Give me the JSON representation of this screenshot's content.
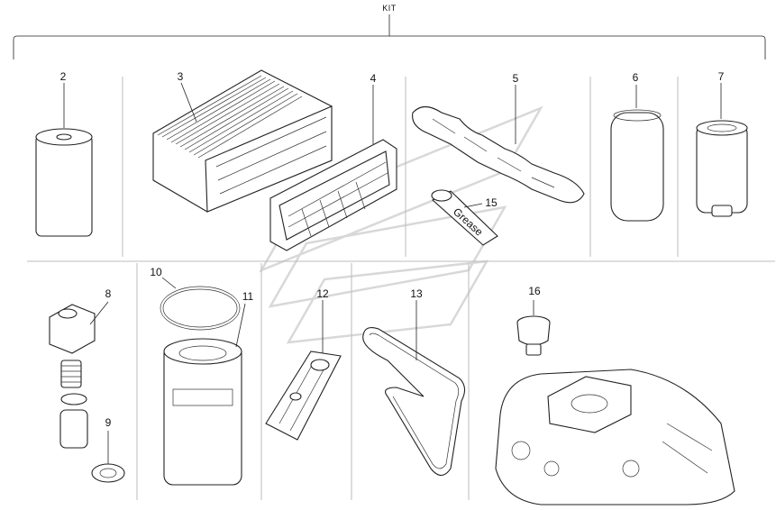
{
  "kit_label": "KIT",
  "callouts": {
    "p2": "2",
    "p3": "3",
    "p4": "4",
    "p5": "5",
    "p6": "6",
    "p7": "7",
    "p8": "8",
    "p9": "9",
    "p10": "10",
    "p11": "11",
    "p12": "12",
    "p13": "13",
    "p15": "15",
    "p16": "16"
  },
  "grease_text": "Grease",
  "icons": [
    "oil-filter",
    "air-filter",
    "cabin-filter",
    "gasket",
    "grease-tube",
    "hydraulic-filter",
    "fuel-filter",
    "water-separator",
    "strainer",
    "o-ring",
    "filter-cartridge",
    "hose-clip",
    "drive-belt",
    "breather-cap",
    "housing"
  ]
}
